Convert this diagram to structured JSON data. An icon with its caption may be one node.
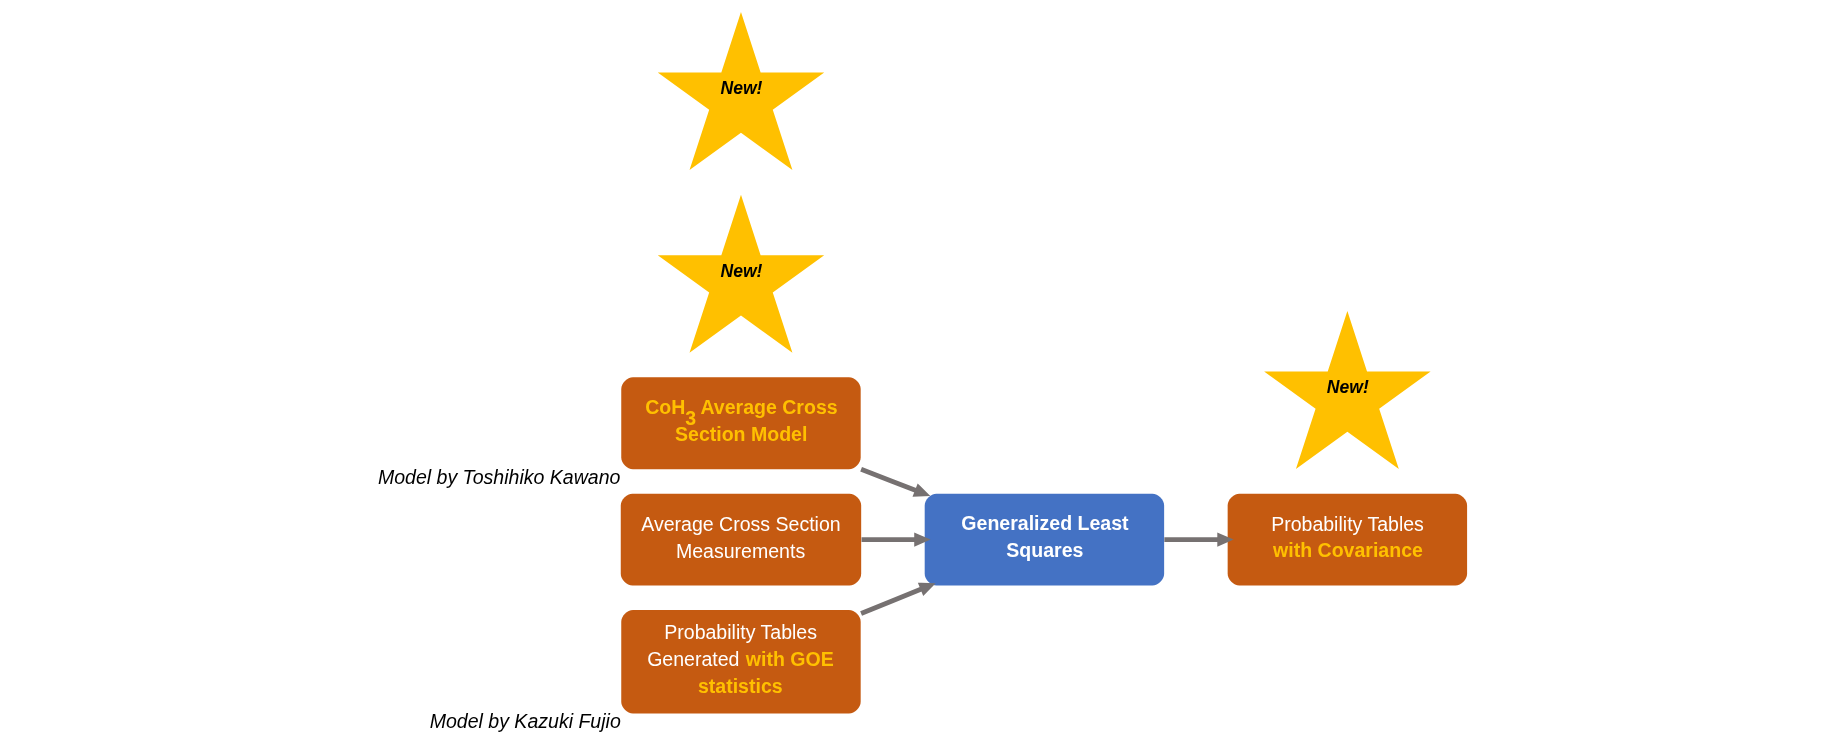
{
  "diagram": {
    "nodes": [
      {
        "text": [
          "CoH$_{3}$ Average Cross Section Model"
        ],
        "beside": [
          "Model by Toshihiko Kawano"
        ]
      },
      {
        "text": [
          "Average Cross Section Measurements"
        ]
      },
      {
        "text": [
          "Probability Tables Generated **with GOE statistics**"
        ],
        "beside": [
          "Model by Kazuki Fujio"
        ]
      },
      {
        "text": [
          "Generalized Least Squares"
        ]
      },
      {
        "text": [
          "Probability Tables **with Covariance**"
        ]
      },
      {
        "text": [
          "New!"
        ]
      },
      {
        "text": [
          "New!"
        ]
      },
      {
        "text": [
          "New!"
        ]
      }
    ],
    "edges": [
      {
        "from": 0,
        "to": 3,
        "arrow": "to"
      },
      {
        "from": 1,
        "to": 3,
        "arrow": "to"
      },
      {
        "from": 2,
        "to": 3,
        "arrow": "to"
      },
      {
        "from": 3,
        "to": 4,
        "arrow": "to"
      }
    ]
  }
}
